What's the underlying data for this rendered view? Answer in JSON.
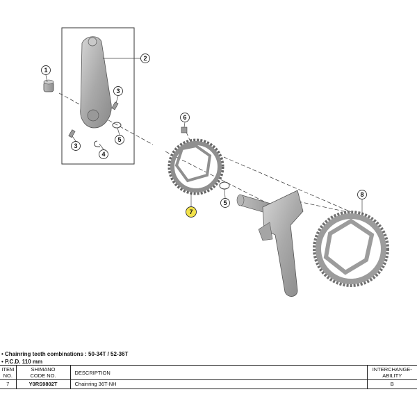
{
  "callouts": [
    "1",
    "2",
    "3",
    "3",
    "4",
    "5",
    "6",
    "7",
    "5",
    "8"
  ],
  "highlight_color": "#f2e24a",
  "notes": [
    "• Chainring teeth combinations : 50-34T / 52-36T",
    "• P.C.D. 110 mm"
  ],
  "table": {
    "headers": {
      "item": [
        "ITEM",
        "NO."
      ],
      "code": [
        "SHIMANO",
        "CODE NO."
      ],
      "description": "DESCRIPTION",
      "interchange": [
        "INTERCHANGE-",
        "ABILITY"
      ]
    },
    "rows": [
      {
        "item": "7",
        "code": "Y0RS9802T",
        "description": "Chainring 36T-NH",
        "interchange": "B"
      }
    ]
  }
}
